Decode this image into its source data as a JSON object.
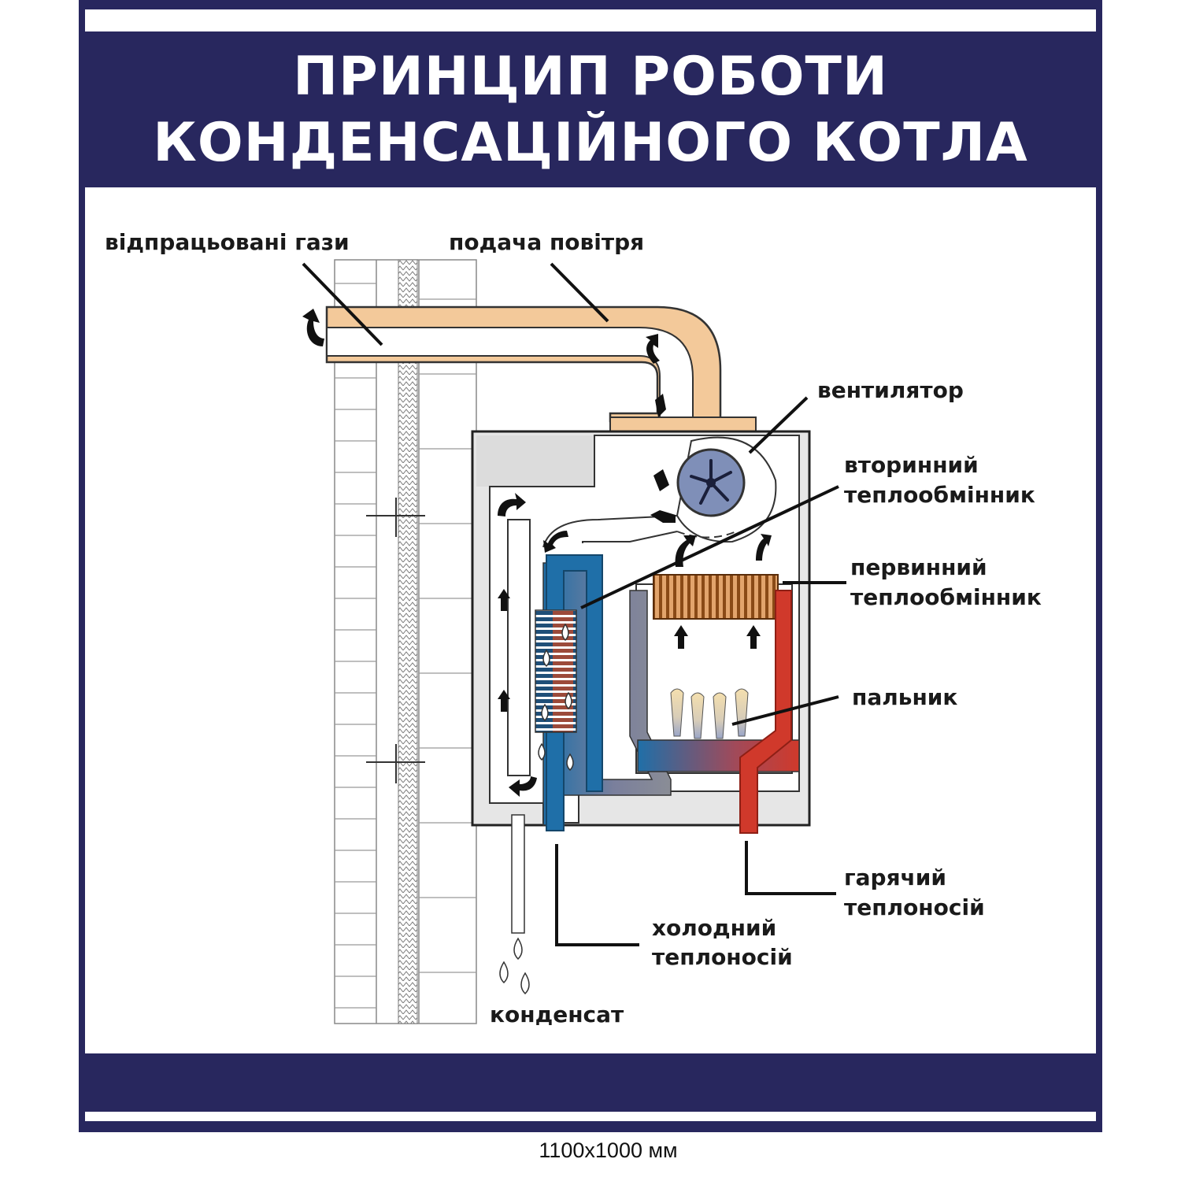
{
  "title": {
    "line1": "ПРИНЦИП РОБОТИ",
    "line2": "КОНДЕНСАЦІЙНОГО КОТЛА"
  },
  "labels": {
    "exhaust": "відпрацьовані гази",
    "air_supply": "подача повітря",
    "fan": "вентилятор",
    "secondary_hx_1": "вторинний",
    "secondary_hx_2": "теплообмінник",
    "primary_hx_1": "первинний",
    "primary_hx_2": "теплообмінник",
    "burner": "пальник",
    "hot_1": "гарячий",
    "hot_2": "теплоносій",
    "cold_1": "холодний",
    "cold_2": "теплоносій",
    "condensate": "конденсат"
  },
  "size_caption": "1100x1000 мм",
  "colors": {
    "banner": "#28275e",
    "duct": "#f3c99a",
    "cold_pipe": "#1f6fa8",
    "hot_pipe": "#d0392b",
    "copper": "#b8641f",
    "casing": "#e6e6e6"
  }
}
